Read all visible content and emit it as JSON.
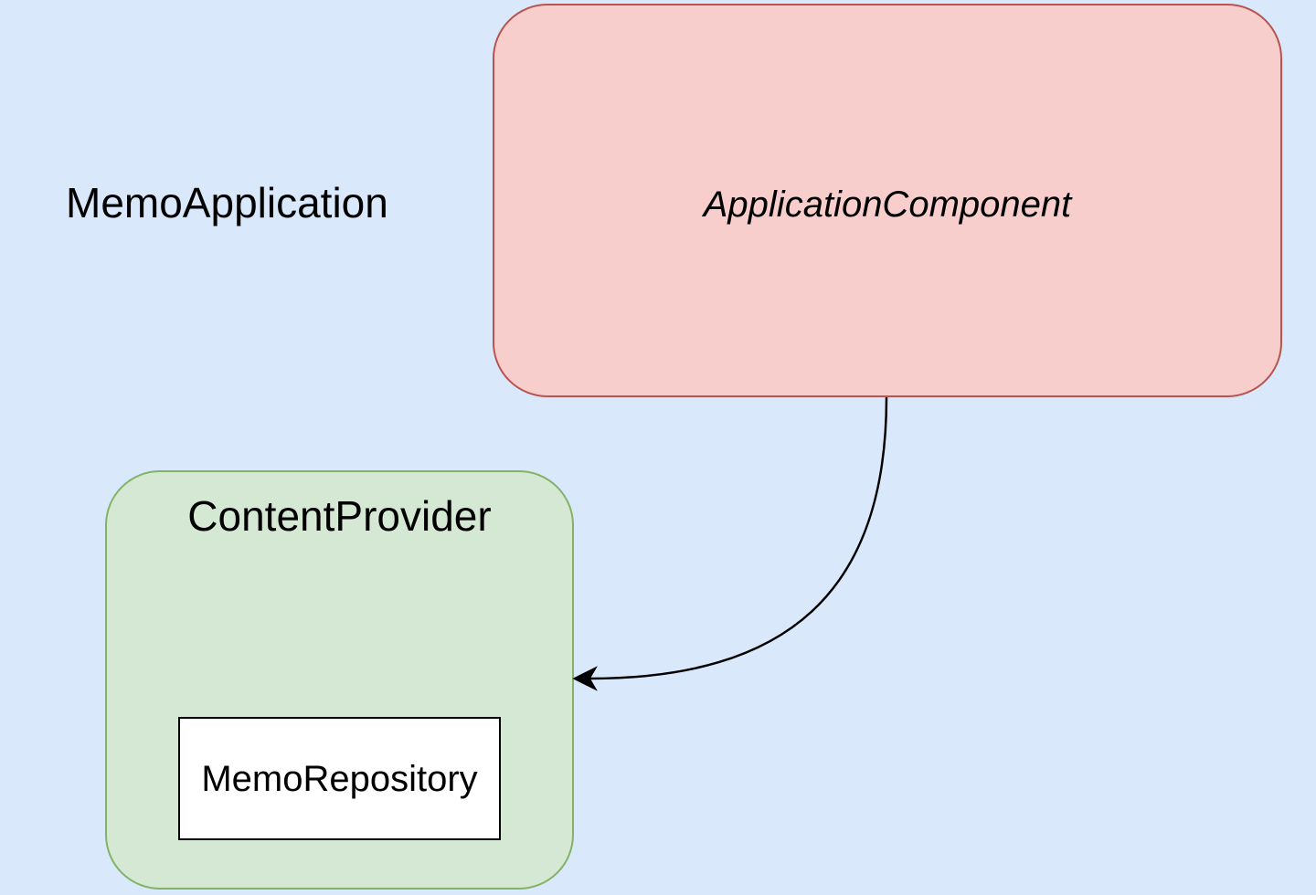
{
  "diagram": {
    "container": {
      "label": "MemoApplication"
    },
    "nodes": {
      "application_component": {
        "label": "ApplicationComponent",
        "fill": "#f8cecc",
        "stroke": "#b85450"
      },
      "content_provider": {
        "label": "ContentProvider",
        "fill": "#d5e8d4",
        "stroke": "#82b366"
      },
      "memo_repository": {
        "label": "MemoRepository",
        "fill": "#ffffff",
        "stroke": "#000000"
      }
    },
    "edges": [
      {
        "from": "ApplicationComponent",
        "to": "ContentProvider"
      }
    ],
    "colors": {
      "background": "#dae8fc",
      "edge": "#000000"
    }
  }
}
